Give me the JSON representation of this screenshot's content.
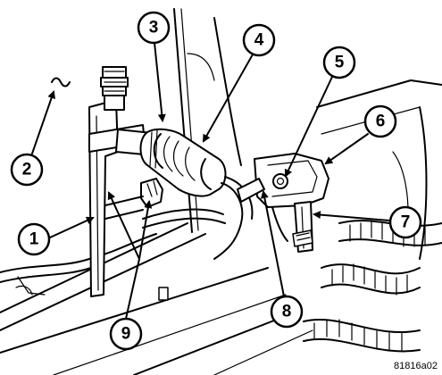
{
  "callouts": [
    {
      "label": "1"
    },
    {
      "label": "2"
    },
    {
      "label": "3"
    },
    {
      "label": "4"
    },
    {
      "label": "5"
    },
    {
      "label": "6"
    },
    {
      "label": "7"
    },
    {
      "label": "8"
    },
    {
      "label": "9"
    }
  ],
  "figure_id": "81816a02"
}
